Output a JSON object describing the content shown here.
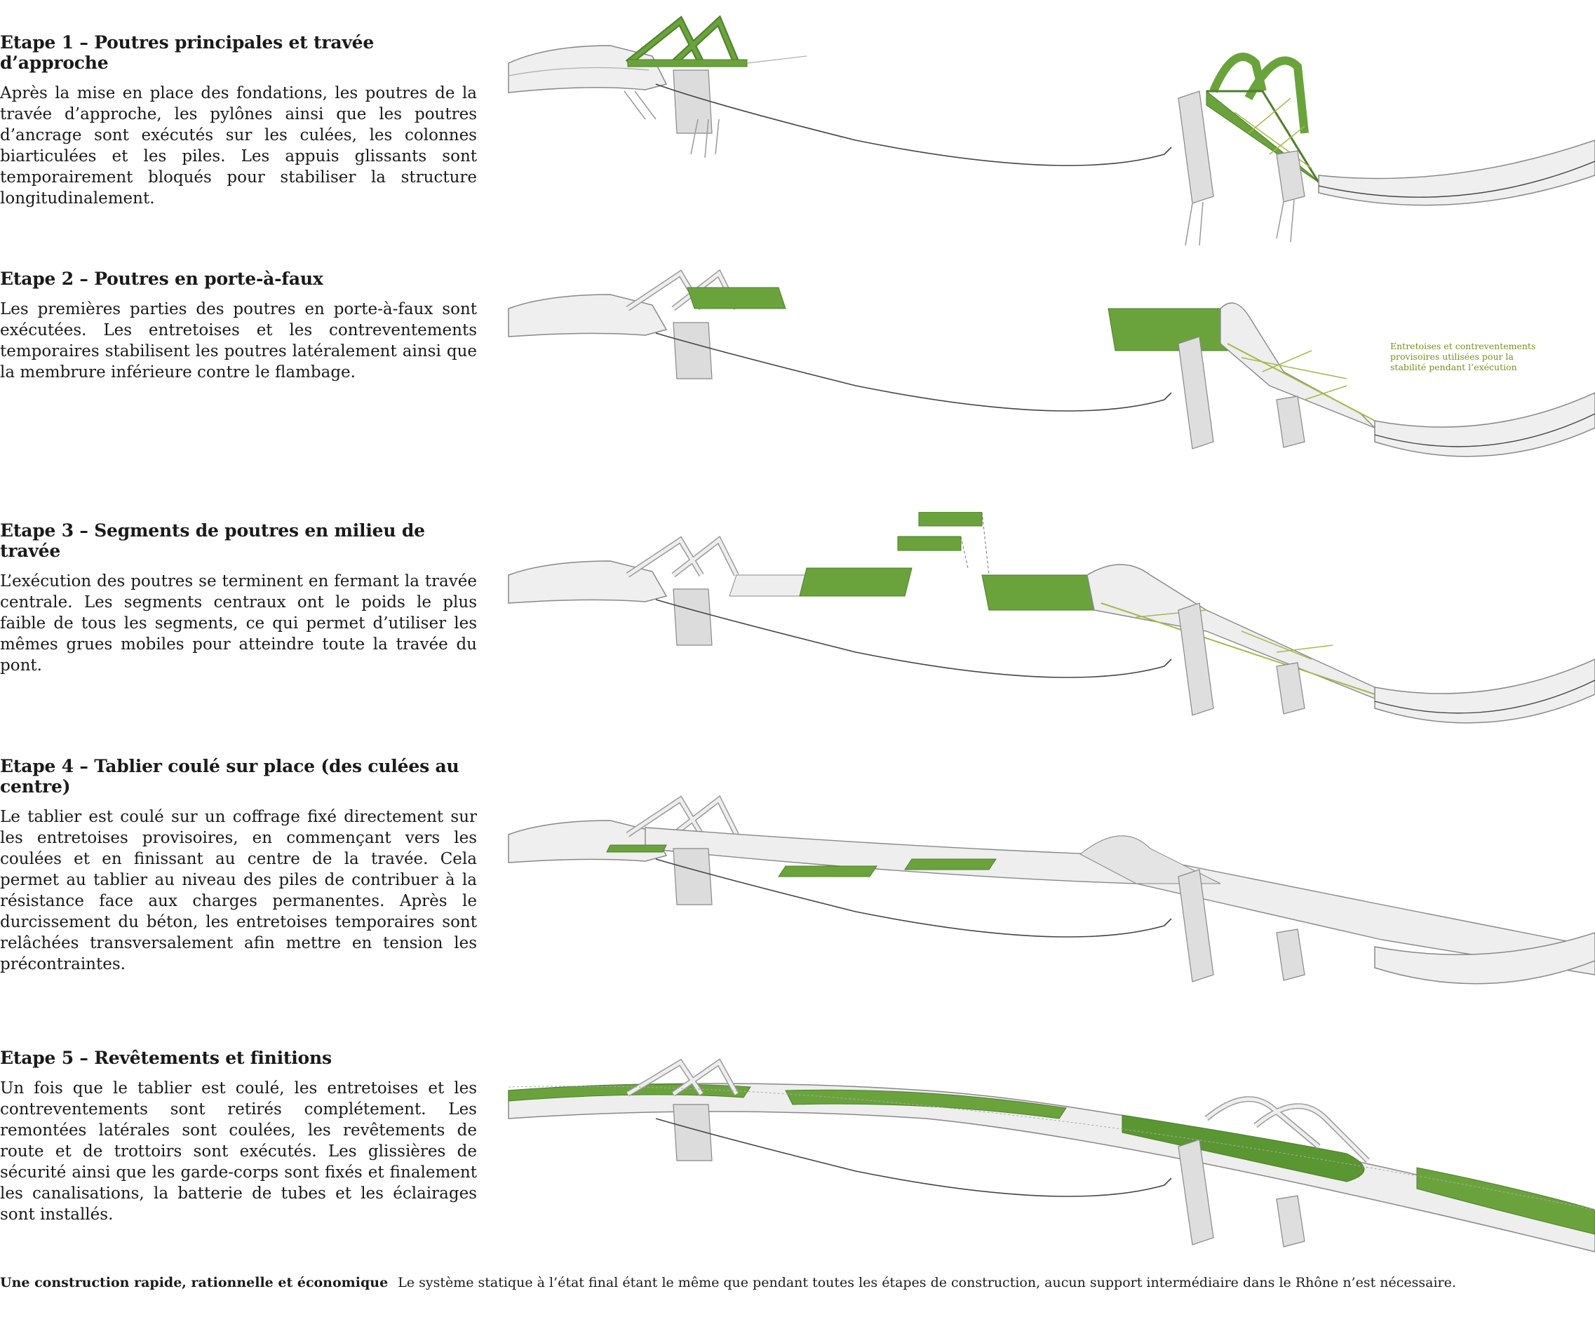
{
  "steps": [
    {
      "title": "Etape 1 – Poutres principales et travée d’approche",
      "text": "Après la mise en place des fondations, les poutres de la travée d’approche, les pylônes ainsi que les poutres d’ancrage sont exécutés sur les culées, les colonnes biarticulées et les piles. Les appuis glissants sont temporairement bloqués pour stabiliser la structure longitudinalement."
    },
    {
      "title": "Etape 2 – Poutres en porte-à-faux",
      "text": "Les premières parties des poutres en porte-à-faux sont exécutées. Les entretoises et les contreventements temporaires stabilisent les poutres latéralement ainsi que la membrure inférieure contre le flambage."
    },
    {
      "title": "Etape 3 – Segments de poutres en milieu de travée",
      "text": "L’exécution des poutres se terminent en fermant la travée centrale. Les segments centraux ont le poids le plus faible de tous les segments, ce qui permet d’utiliser les mêmes grues mobiles pour atteindre toute la travée du pont."
    },
    {
      "title": "Etape 4 – Tablier coulé sur place (des culées au centre)",
      "text": "Le tablier est coulé sur un coffrage fixé directement sur les entretoises provisoires, en commençant vers les coulées et en finissant au centre de la travée. Cela permet au tablier au niveau des piles de contribuer à la résistance face aux charges permanentes. Après le durcissement du béton, les entretoises temporaires sont relâchées transversalement afin mettre en tension les précontraintes."
    },
    {
      "title": "Etape 5 – Revêtements et finitions",
      "text": "Un fois que le tablier est coulé, les entretoises et les contreventements sont retirés complétement. Les remontées latérales sont coulées, les revêtements de route et de trottoirs sont exécutés. Les glissières de sécurité ainsi que les garde-corps sont fixés et finalement les canalisations, la batterie de tubes et les éclairages sont installés."
    }
  ],
  "annotation": "Entretoises et contreventements provisoires utilisées pour la stabilité pendant l’exécution",
  "footer": {
    "title": "Une construction rapide, rationnelle et économique",
    "text": "Le système statique à l’état final étant le même que pendant toutes les étapes de construction, aucun support intermédiaire dans le Rhône n’est nécessaire."
  },
  "colors": {
    "green": "#6aa33c",
    "green_dark": "#4e7f2a",
    "concrete": "#e9e9e9",
    "line": "#555555"
  }
}
